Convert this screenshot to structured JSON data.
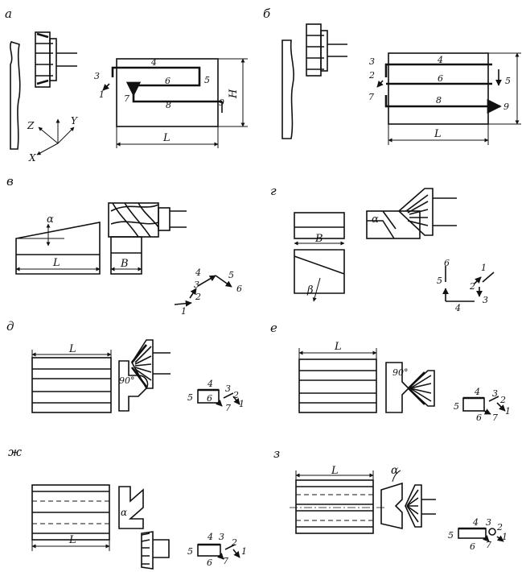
{
  "panel_letters": [
    "а",
    "б",
    "в",
    "г",
    "д",
    "е",
    "ж",
    "з"
  ],
  "dims": {
    "L": "L",
    "H": "H",
    "B": "B",
    "alpha": "α",
    "beta": "β",
    "ninety": "90°"
  },
  "axes": {
    "z": "Z",
    "y": "Y",
    "x": "X"
  },
  "nums": {
    "n1": "1",
    "n2": "2",
    "n3": "3",
    "n4": "4",
    "n5": "5",
    "n6": "6",
    "n7": "7",
    "n8": "8",
    "n9": "9"
  }
}
